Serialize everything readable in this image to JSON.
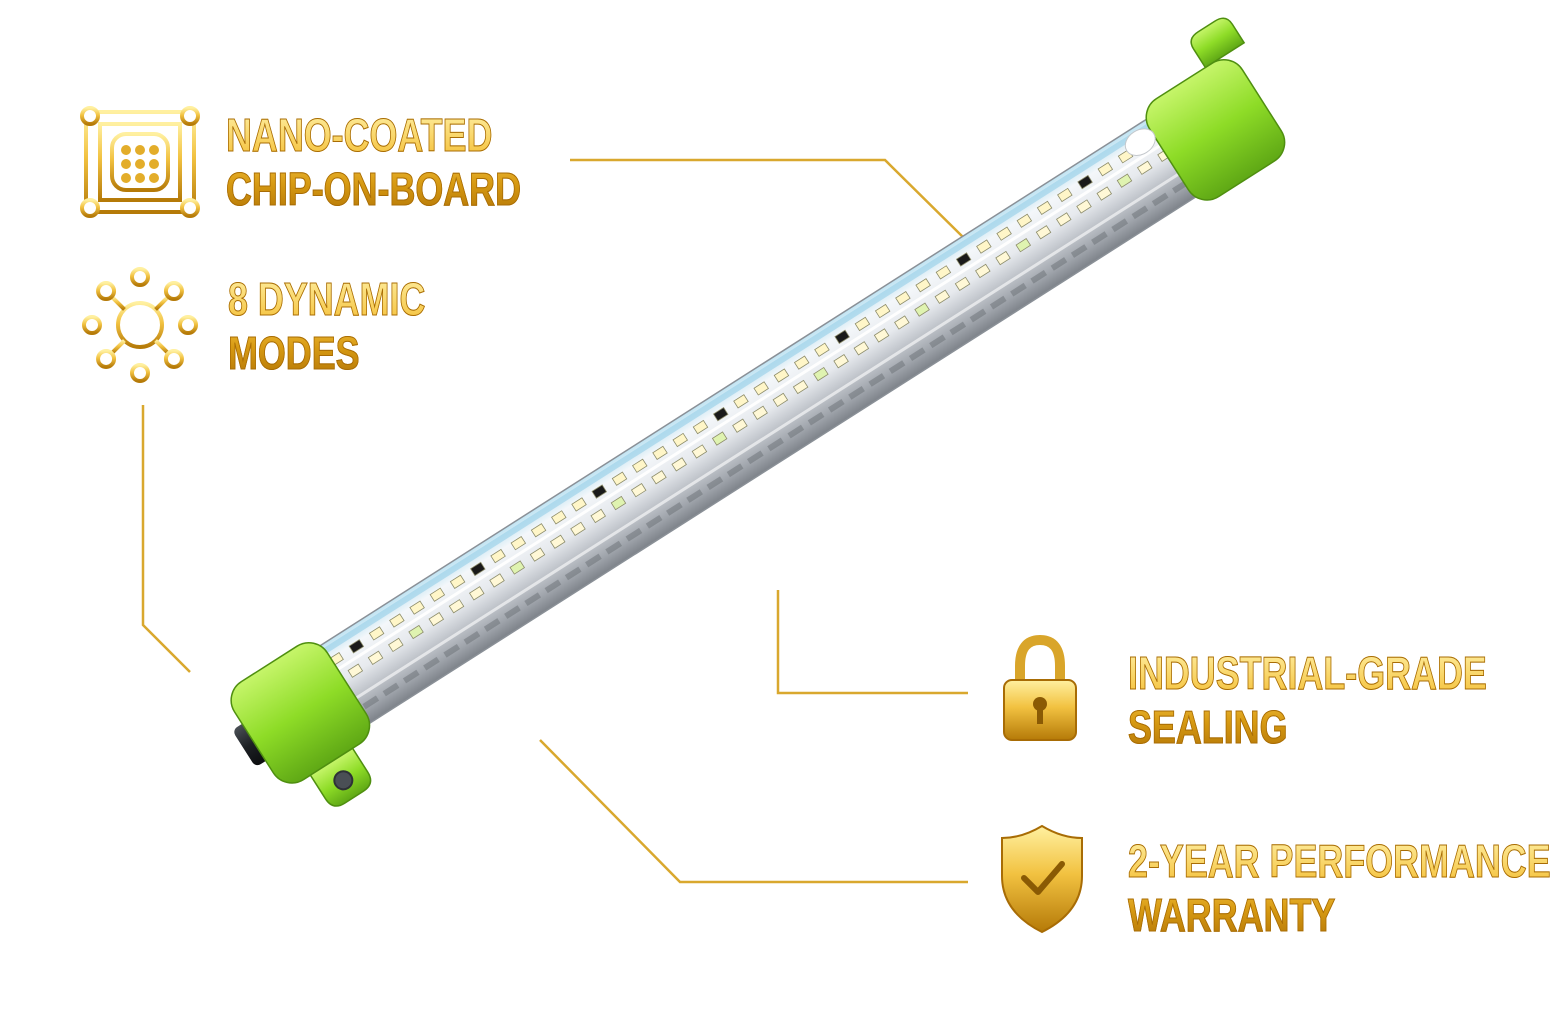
{
  "features": [
    {
      "id": "cob",
      "icon": "chip-icon",
      "line1": "NANO-COATED",
      "line2": "CHIP-ON-BOARD"
    },
    {
      "id": "modes",
      "icon": "modes-hub-icon",
      "line1": "8 DYNAMIC",
      "line2": "MODES"
    },
    {
      "id": "sealing",
      "icon": "lock-icon",
      "line1": "INDUSTRIAL-GRADE",
      "line2": "SEALING"
    },
    {
      "id": "warranty",
      "icon": "shield-check-icon",
      "line1": "2-YEAR PERFORMANCE",
      "line2": "WARRANTY"
    }
  ],
  "colors": {
    "gold": "#e3ad2a",
    "gold_dark": "#b27406",
    "lime": "#8fe02b",
    "tube": "#d9dde3"
  },
  "product": {
    "name": "led-light-tube"
  }
}
